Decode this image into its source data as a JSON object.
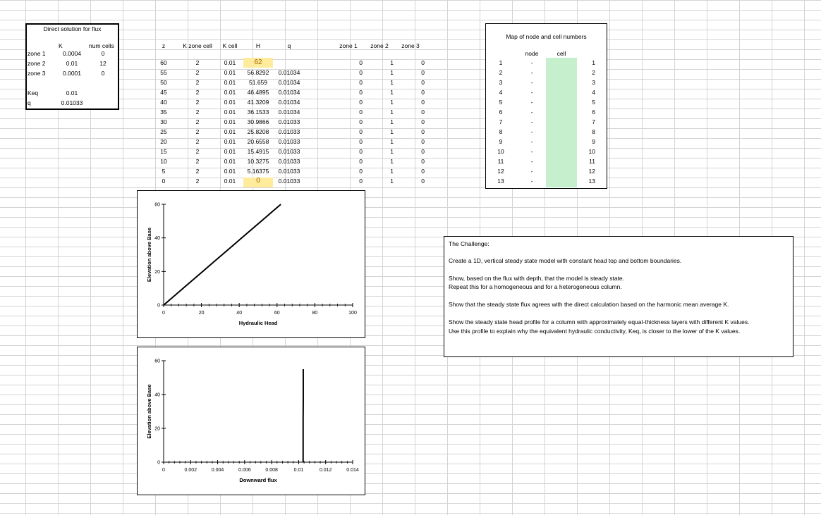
{
  "flux_box": {
    "title": "Direct solution for flux",
    "col_k": "K",
    "col_cells": "num cells",
    "rows": [
      {
        "label": "zone 1",
        "k": "0.0004",
        "cells": "0"
      },
      {
        "label": "zone 2",
        "k": "0.01",
        "cells": "12"
      },
      {
        "label": "zone 3",
        "k": "0.0001",
        "cells": "0"
      }
    ],
    "keq_label": "Keq",
    "keq_value": "0.01",
    "q_label": "q",
    "q_value": "0.01033"
  },
  "table": {
    "headers": {
      "z": "z",
      "kzone": "K zone cell",
      "kcell": "K cell",
      "h": "H",
      "q": "q",
      "zone1": "zone 1",
      "zone2": "zone 2",
      "zone3": "zone 3"
    },
    "rows": [
      {
        "z": "60",
        "kzone": "2",
        "kcell": "0.01",
        "h": "62",
        "q": "",
        "z1": "0",
        "z2": "1",
        "z3": "0"
      },
      {
        "z": "55",
        "kzone": "2",
        "kcell": "0.01",
        "h": "56.8292",
        "q": "0.01034",
        "z1": "0",
        "z2": "1",
        "z3": "0"
      },
      {
        "z": "50",
        "kzone": "2",
        "kcell": "0.01",
        "h": "51.659",
        "q": "0.01034",
        "z1": "0",
        "z2": "1",
        "z3": "0"
      },
      {
        "z": "45",
        "kzone": "2",
        "kcell": "0.01",
        "h": "46.4895",
        "q": "0.01034",
        "z1": "0",
        "z2": "1",
        "z3": "0"
      },
      {
        "z": "40",
        "kzone": "2",
        "kcell": "0.01",
        "h": "41.3209",
        "q": "0.01034",
        "z1": "0",
        "z2": "1",
        "z3": "0"
      },
      {
        "z": "35",
        "kzone": "2",
        "kcell": "0.01",
        "h": "36.1533",
        "q": "0.01034",
        "z1": "0",
        "z2": "1",
        "z3": "0"
      },
      {
        "z": "30",
        "kzone": "2",
        "kcell": "0.01",
        "h": "30.9866",
        "q": "0.01033",
        "z1": "0",
        "z2": "1",
        "z3": "0"
      },
      {
        "z": "25",
        "kzone": "2",
        "kcell": "0.01",
        "h": "25.8208",
        "q": "0.01033",
        "z1": "0",
        "z2": "1",
        "z3": "0"
      },
      {
        "z": "20",
        "kzone": "2",
        "kcell": "0.01",
        "h": "20.6558",
        "q": "0.01033",
        "z1": "0",
        "z2": "1",
        "z3": "0"
      },
      {
        "z": "15",
        "kzone": "2",
        "kcell": "0.01",
        "h": "15.4915",
        "q": "0.01033",
        "z1": "0",
        "z2": "1",
        "z3": "0"
      },
      {
        "z": "10",
        "kzone": "2",
        "kcell": "0.01",
        "h": "10.3275",
        "q": "0.01033",
        "z1": "0",
        "z2": "1",
        "z3": "0"
      },
      {
        "z": "5",
        "kzone": "2",
        "kcell": "0.01",
        "h": "5.16375",
        "q": "0.01033",
        "z1": "0",
        "z2": "1",
        "z3": "0"
      },
      {
        "z": "0",
        "kzone": "2",
        "kcell": "0.01",
        "h": "0",
        "q": "0.01033",
        "z1": "0",
        "z2": "1",
        "z3": "0"
      }
    ]
  },
  "map": {
    "title": "Map of node and cell numbers",
    "col_node": "node",
    "col_cell": "cell",
    "rows": [
      {
        "left": "1",
        "node": "-",
        "right": "1"
      },
      {
        "left": "2",
        "node": "-",
        "right": "2"
      },
      {
        "left": "3",
        "node": "-",
        "right": "3"
      },
      {
        "left": "4",
        "node": "-",
        "right": "4"
      },
      {
        "left": "5",
        "node": "-",
        "right": "5"
      },
      {
        "left": "6",
        "node": "-",
        "right": "6"
      },
      {
        "left": "7",
        "node": "-",
        "right": "7"
      },
      {
        "left": "8",
        "node": "-",
        "right": "8"
      },
      {
        "left": "9",
        "node": "-",
        "right": "9"
      },
      {
        "left": "10",
        "node": "-",
        "right": "10"
      },
      {
        "left": "11",
        "node": "-",
        "right": "11"
      },
      {
        "left": "12",
        "node": "-",
        "right": "12"
      },
      {
        "left": "13",
        "node": "-",
        "right": "13"
      }
    ]
  },
  "challenge": {
    "heading": "The Challenge:",
    "lines": [
      "Create a 1D, vertical steady state model with constant head top and bottom boundaries.",
      "Show, based on the flux with depth, that the model is steady state.",
      "Repeat this for a homogeneous and for a heterogeneous column.",
      "Show that the steady state flux agrees with the direct calculation based on the harmonic mean average K.",
      "Show the steady state head profile for a column with approximately equal-thickness layers with different K values.",
      "Use this profile to explain why the equivalent hydraulic conductivity, Keq, is closer to the lower of the K values."
    ]
  },
  "colors": {
    "highlight": "#ffeb9c",
    "highlight_text": "#9c6500",
    "map_fill": "#c6efce"
  },
  "chart_data": [
    {
      "type": "line",
      "title": "",
      "xlabel": "Hydraulic Head",
      "ylabel": "Elevation above Base",
      "xlim": [
        0,
        100
      ],
      "ylim": [
        0,
        60
      ],
      "x_ticks": [
        "0",
        "20",
        "40",
        "60",
        "80",
        "100"
      ],
      "y_ticks": [
        "0",
        "20",
        "40",
        "60"
      ],
      "grid": false,
      "series": [
        {
          "x": [
            0,
            5.16375,
            10.3275,
            15.4915,
            20.6558,
            25.8208,
            30.9866,
            36.1533,
            41.3209,
            46.4895,
            51.659,
            56.8292,
            62
          ],
          "y": [
            0,
            5,
            10,
            15,
            20,
            25,
            30,
            35,
            40,
            45,
            50,
            55,
            60
          ]
        }
      ]
    },
    {
      "type": "line",
      "title": "",
      "xlabel": "Downward flux",
      "ylabel": "Elevation above Base",
      "xlim": [
        0,
        0.014
      ],
      "ylim": [
        0,
        60
      ],
      "x_ticks": [
        "0",
        "0.002",
        "0.004",
        "0.006",
        "0.008",
        "0.01",
        "0.012",
        "0.014"
      ],
      "y_ticks": [
        "0",
        "20",
        "40",
        "60"
      ],
      "grid": false,
      "series": [
        {
          "x": [
            0.01033,
            0.01033,
            0.01033,
            0.01033,
            0.01033,
            0.01033,
            0.01034,
            0.01034,
            0.01034,
            0.01034,
            0.01034
          ],
          "y": [
            0,
            5,
            10,
            15,
            20,
            25,
            35,
            40,
            45,
            50,
            55
          ]
        }
      ]
    }
  ]
}
